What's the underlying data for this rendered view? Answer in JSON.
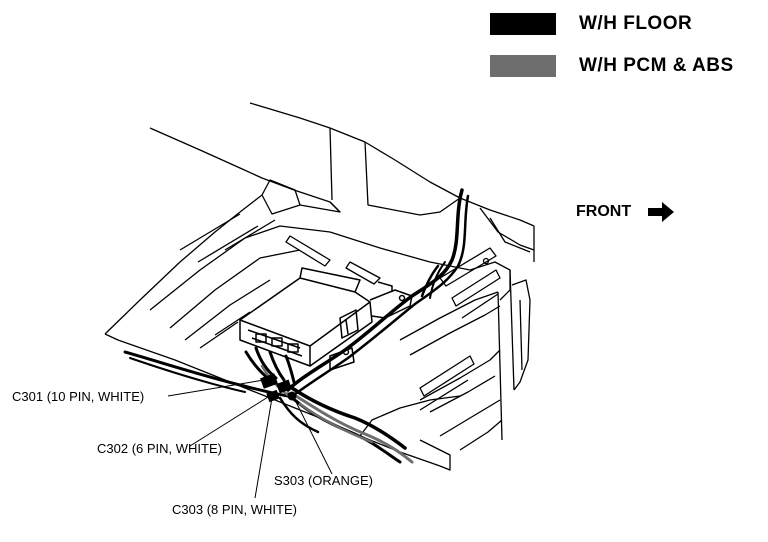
{
  "legend": {
    "items": [
      {
        "label": "W/H FLOOR",
        "color": "#000000"
      },
      {
        "label": "W/H PCM & ABS",
        "color": "#6e6e6e"
      }
    ]
  },
  "orientation": {
    "label": "FRONT",
    "arrow_icon": "right-arrow-icon"
  },
  "callouts": {
    "c301": "C301 (10 PIN, WHITE)",
    "c302": "C302 (6 PIN, WHITE)",
    "s303": "S303 (ORANGE)",
    "c303": "C303 (8 PIN, WHITE)"
  }
}
